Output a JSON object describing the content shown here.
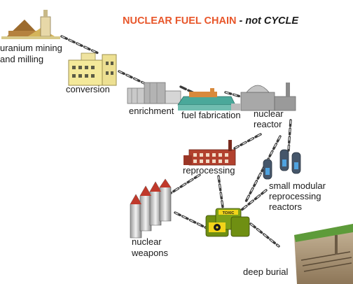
{
  "title": {
    "main": "NUCLEAR FUEL CHAIN",
    "sub": "- not CYCLE"
  },
  "stages": {
    "mining": "uranium mining",
    "milling": "and milling",
    "conversion": "conversion",
    "enrichment": "enrichment",
    "fabrication": "fuel fabrication",
    "reactor_1": "nuclear",
    "reactor_2": "reactor",
    "reprocessing": "reprocessing",
    "smr_1": "small modular",
    "smr_2": "reprocessing",
    "smr_3": "reactors",
    "weapons_1": "nuclear",
    "weapons_2": "weapons",
    "burial": "deep burial"
  },
  "barrel_labels": {
    "toxic": "TOXIC"
  },
  "colors": {
    "title_accent": "#e8562a",
    "chain": "#3a3a3a"
  }
}
